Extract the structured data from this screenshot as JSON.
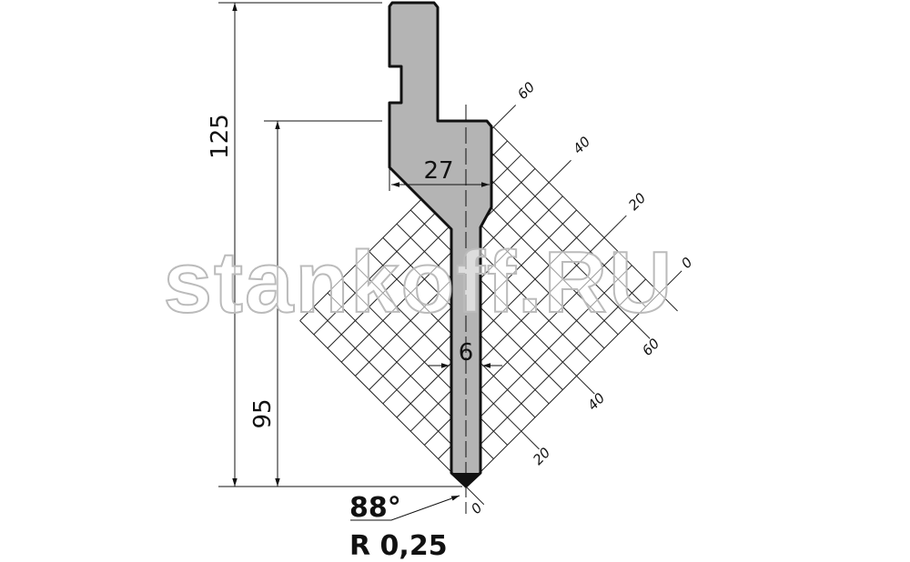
{
  "drawing": {
    "dimensions": {
      "total_height": "125",
      "working_height": "95",
      "body_width": "27",
      "stem_width": "6"
    },
    "tip": {
      "angle": "88°",
      "radius": "R 0,25"
    },
    "grid_labels_upper": [
      "60",
      "40",
      "20",
      "0"
    ],
    "grid_labels_lower": [
      "60",
      "40",
      "20",
      "0"
    ],
    "watermark": "stankoff.RU",
    "colors": {
      "punch_fill": "#b4b4b4",
      "outline": "#111111",
      "grid": "#222222"
    }
  }
}
